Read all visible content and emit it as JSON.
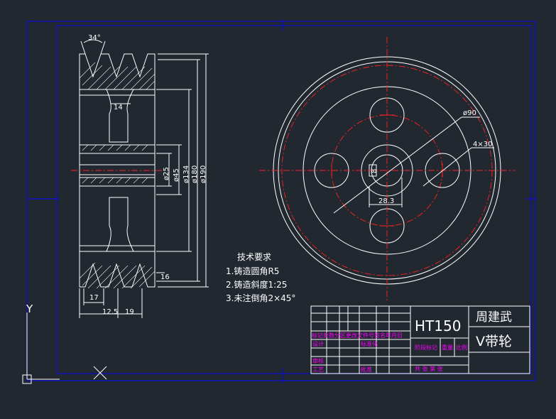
{
  "dimensions": {
    "angle": "34°",
    "d14": "14",
    "d25": "ø25",
    "d45": "ø45",
    "d134": "ø134",
    "d180": "ø180",
    "d190": "ø190",
    "d16": "16",
    "d17": "17",
    "d12_5": "12.5",
    "d19": "19",
    "d90": "ø90",
    "holes": "4×30",
    "key8": "8",
    "d28_3": "28.3"
  },
  "notes": {
    "title": "技术要求",
    "item1": "1.铸造圆角R5",
    "item2": "2.铸造斜度1:25",
    "item3": "3.未注倒角2×45°"
  },
  "title_block": {
    "material": "HT150",
    "designer": "周建武",
    "part_name": "V带轮",
    "header_row": "标记处数分区更改文件号签名年月日",
    "design": "设计",
    "standardize": "标准化",
    "review": "审核",
    "process": "工艺",
    "approve": "批准",
    "stage_mark": "阶段标记",
    "weight": "重量",
    "scale": "比例",
    "sheet_info": "共  张  第  张"
  },
  "ucs": {
    "y_label": "Y"
  }
}
